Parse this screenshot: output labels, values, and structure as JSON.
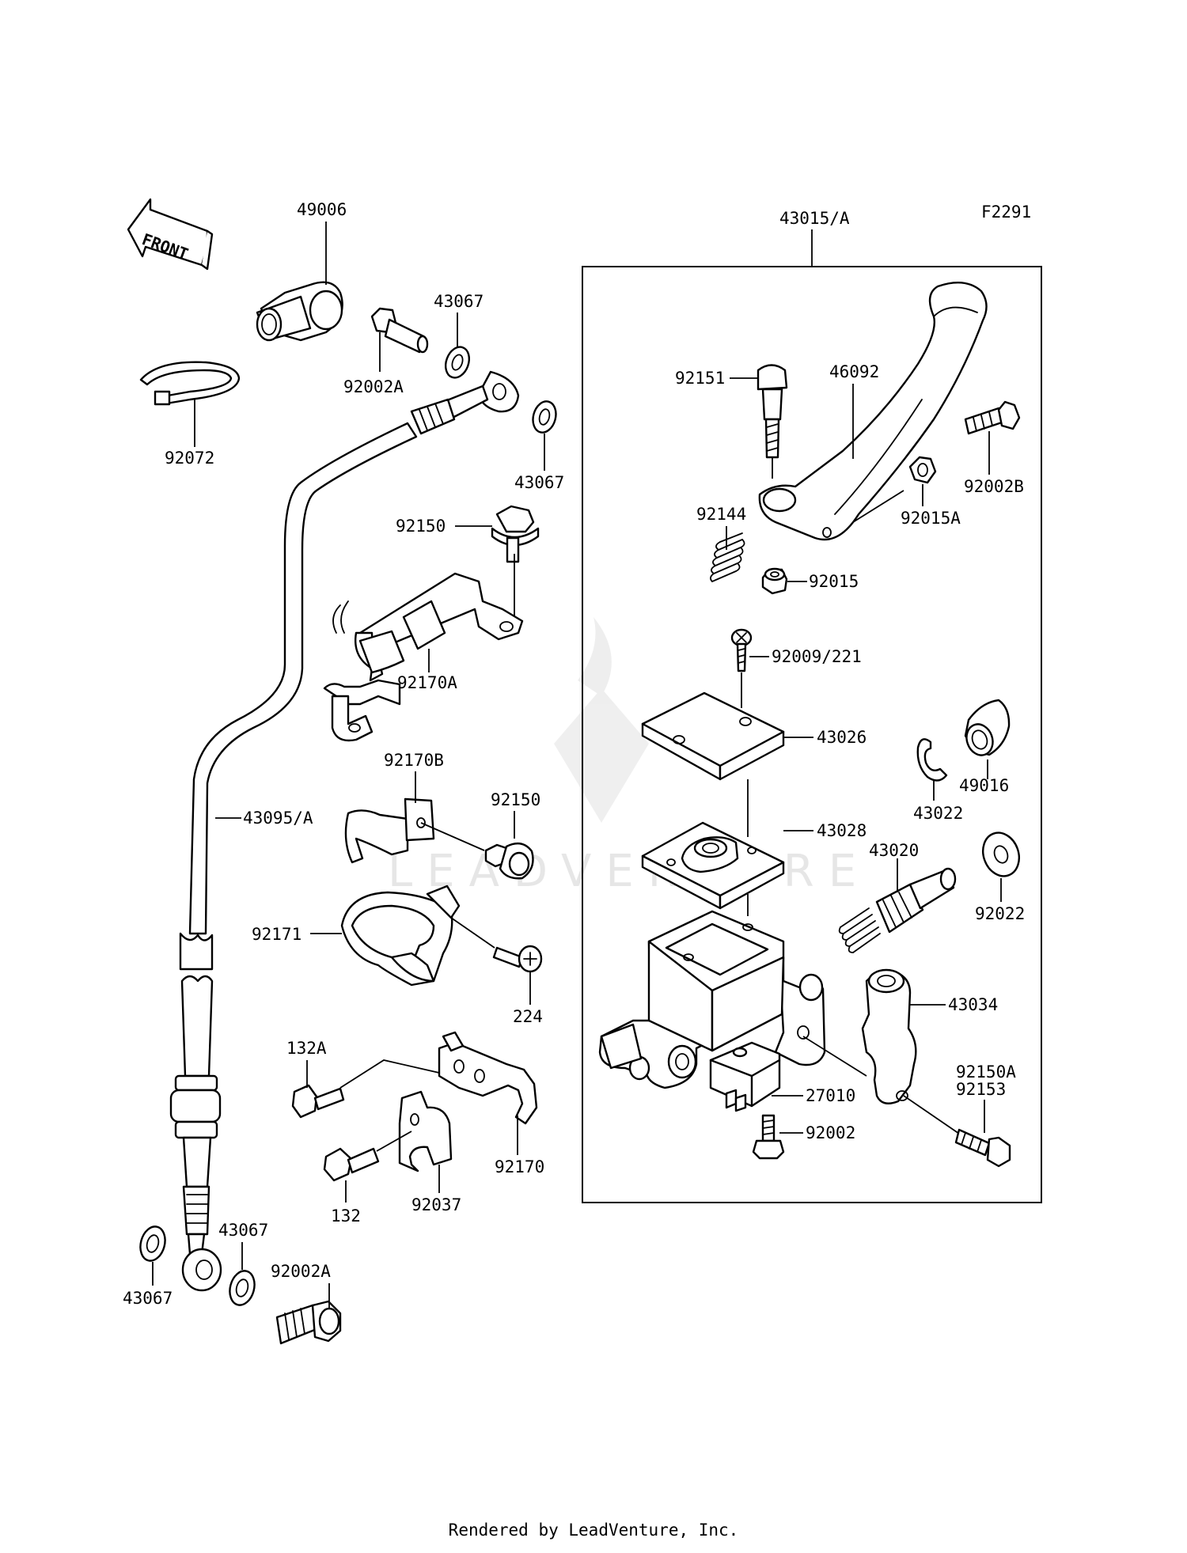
{
  "figure_code": "F2291",
  "watermark": "LEADVENTURE",
  "footer": "Rendered by LeadVenture, Inc.",
  "front_marker": "FRONT",
  "labels": {
    "p49006": "49006",
    "p43067_top": "43067",
    "p92002A_top": "92002A",
    "p92072": "92072",
    "p43067_mid": "43067",
    "p92150_top": "92150",
    "p92170A": "92170A",
    "p92170B": "92170B",
    "p92150_mid": "92150",
    "p43095A": "43095/A",
    "p92171": "92171",
    "p224": "224",
    "p132A": "132A",
    "p92170": "92170",
    "p132": "132",
    "p92037": "92037",
    "p43067_bl": "43067",
    "p43067_br": "43067",
    "p92002A_bot": "92002A",
    "p43015A": "43015/A",
    "p92151": "92151",
    "p46092": "46092",
    "p92002B": "92002B",
    "p92144": "92144",
    "p92015A": "92015A",
    "p92015": "92015",
    "p92009_221": "92009/221",
    "p43026": "43026",
    "p43022": "43022",
    "p49016": "49016",
    "p43028": "43028",
    "p43020": "43020",
    "p92022": "92022",
    "p43034": "43034",
    "p92150A": "92150A",
    "p92153": "92153",
    "p27010": "27010",
    "p92002": "92002"
  }
}
